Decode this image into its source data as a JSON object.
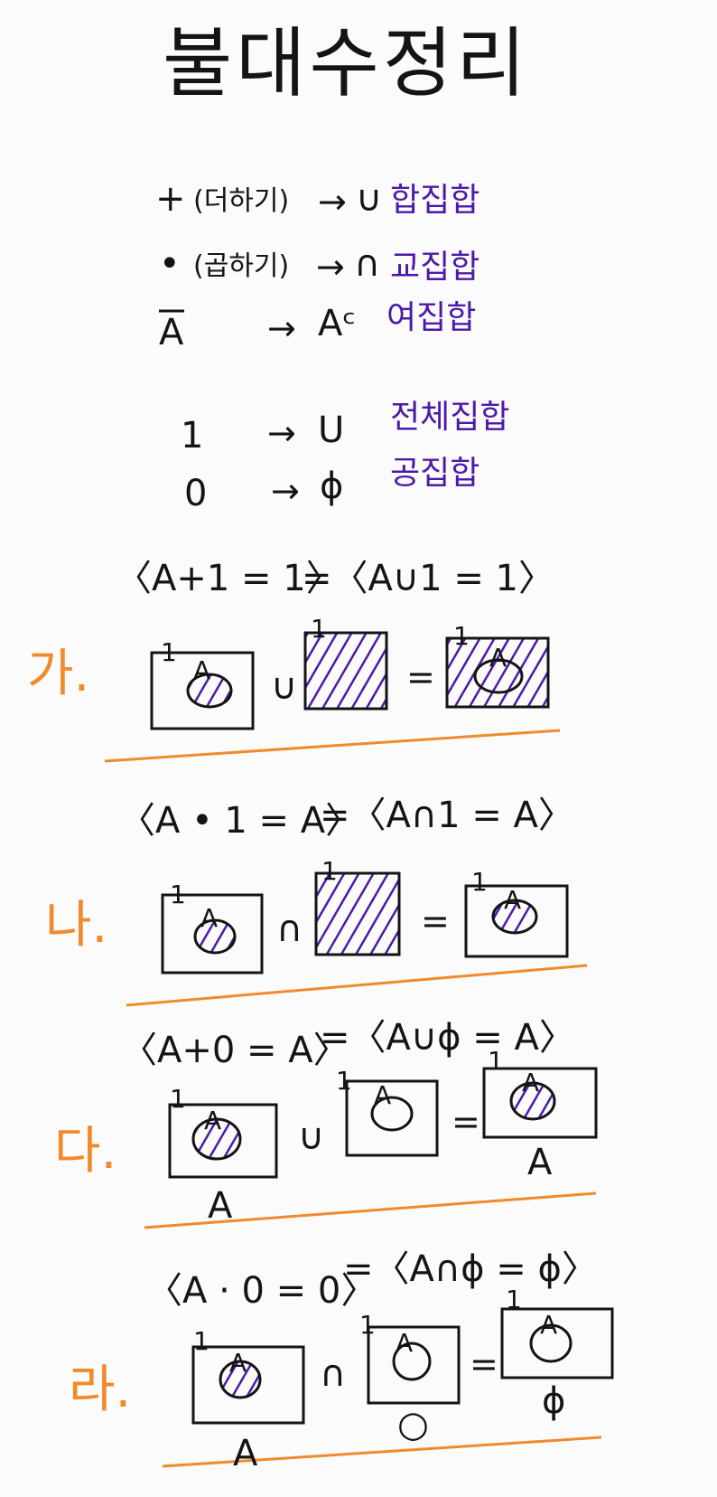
{
  "title": "불대수정리",
  "colors": {
    "ink": "#141414",
    "purple": "#4c1aa8",
    "orange": "#f08a2c",
    "paper": "#fbfbfb"
  },
  "legend": [
    {
      "symbol": "+",
      "paren": "(더하기)",
      "arrow": "→",
      "set": "∪",
      "name": "합집합"
    },
    {
      "symbol": "•",
      "paren": "(곱하기)",
      "arrow": "→",
      "set": "∩",
      "name": "교집합"
    },
    {
      "symbol": "A",
      "arrow": "→",
      "set": "Aᶜ",
      "name": "여집합"
    },
    {
      "symbol": "1",
      "arrow": "→",
      "set": "U",
      "name": "전체집합"
    },
    {
      "symbol": "0",
      "arrow": "→",
      "set": "ϕ",
      "name": "공집합"
    }
  ],
  "rules": [
    {
      "label": "가.",
      "formula_left": "〈A+1 = 1〉",
      "formula_right": "=〈A∪1 = 1〉",
      "operator": "∪",
      "equals": "="
    },
    {
      "label": "나.",
      "formula_left": "〈A • 1 = A〉",
      "formula_right": "=〈A∩1 = A〉",
      "operator": "∩",
      "equals": "="
    },
    {
      "label": "다.",
      "formula_left": "〈A+0 = A〉",
      "formula_right": "=〈A∪ϕ = A〉",
      "operator": "∪",
      "equals": "=",
      "caption_left": "A",
      "caption_result": "A"
    },
    {
      "label": "라.",
      "formula_left": "〈A · 0 = 0〉",
      "formula_right": "=〈A∩ϕ = ϕ〉",
      "operator": "∩",
      "equals": "=",
      "caption_left": "A",
      "caption_mid": "○",
      "caption_result": "ϕ"
    }
  ],
  "venn": {
    "universe_label": "1",
    "set_label": "A"
  }
}
